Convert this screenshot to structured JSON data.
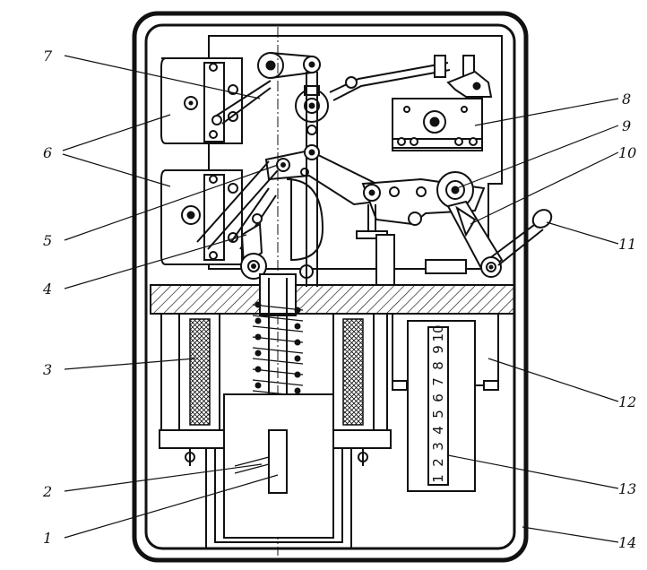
{
  "callouts": [
    {
      "label": "1",
      "target": "plunger"
    },
    {
      "label": "2",
      "target": "stop-pin"
    },
    {
      "label": "3",
      "target": "coil"
    },
    {
      "label": "4",
      "target": "lever-arm"
    },
    {
      "label": "5",
      "target": "linkage-plate"
    },
    {
      "label": "6",
      "target": "contact-blocks"
    },
    {
      "label": "7",
      "target": "pivot-link"
    },
    {
      "label": "8",
      "target": "auxiliary-block"
    },
    {
      "label": "9",
      "target": "release-wheel"
    },
    {
      "label": "10",
      "target": "latch"
    },
    {
      "label": "11",
      "target": "reset-handle"
    },
    {
      "label": "12",
      "target": "counter-housing"
    },
    {
      "label": "13",
      "target": "counter-scale"
    },
    {
      "label": "14",
      "target": "case"
    }
  ],
  "counter_scale": [
    "1",
    "2",
    "3",
    "4",
    "5",
    "6",
    "7",
    "8",
    "9",
    "10"
  ]
}
